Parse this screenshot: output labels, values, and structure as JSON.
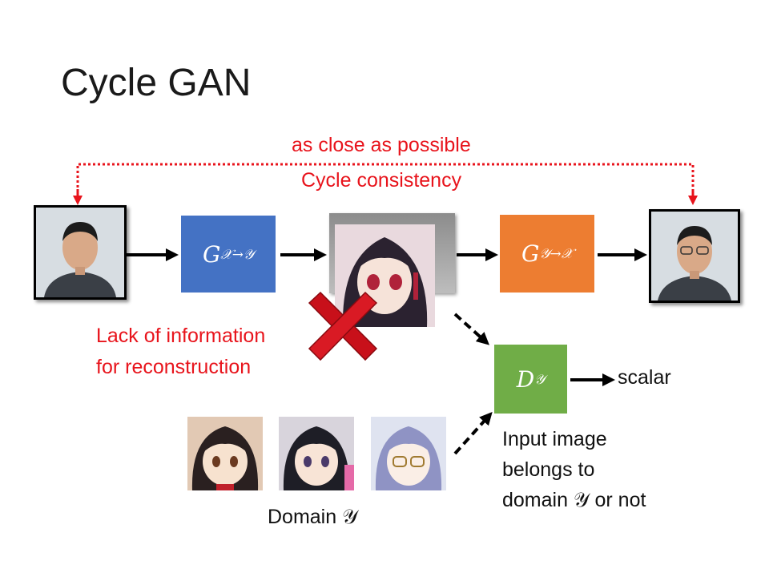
{
  "slide": {
    "title": "Cycle GAN",
    "top_label_1": "as close as possible",
    "top_label_2": "Cycle consistency",
    "lack_line_1": "Lack of information",
    "lack_line_2": "for reconstruction",
    "output_label": "scalar",
    "disc_line_1": "Input image",
    "disc_line_2": "belongs to",
    "disc_line_3": "domain 𝒴 or not",
    "domain_label": "Domain 𝒴"
  },
  "generators": {
    "g_xy": {
      "main": "G",
      "sub": "𝒳→𝒴",
      "color": "#4472c4"
    },
    "g_yx": {
      "main": "G",
      "sub": "𝒴→𝒳",
      "color": "#ed7d31"
    },
    "d_y": {
      "main": "D",
      "sub": "𝒴",
      "color": "#70ad47"
    }
  },
  "colors": {
    "accent_red": "#e8141c",
    "arrow": "#000000"
  }
}
